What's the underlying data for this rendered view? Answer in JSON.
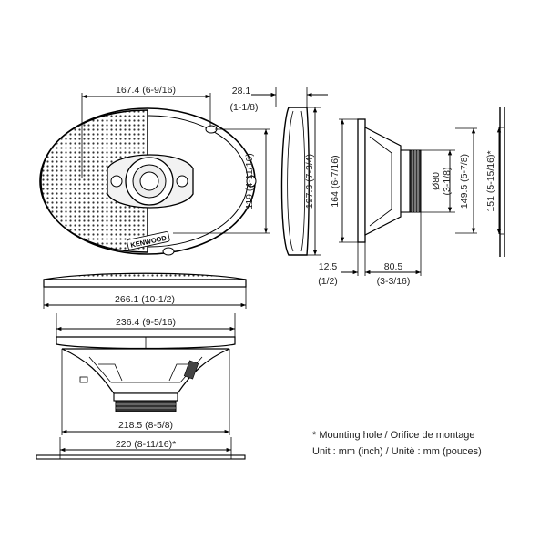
{
  "brand": "KENWOOD",
  "dimensions": {
    "front_width_partial": "167.4 (6-9/16)",
    "front_top_offset": "28.1",
    "front_top_offset_inch": "(1-1/8)",
    "front_hole_spacing": "119 (4-11/16)",
    "side_height": "197.3 (7-3/4)",
    "depth_height": "164 (6-7/16)",
    "magnet_diameter": "Ø80",
    "magnet_diameter_inch": "(3-1/8)",
    "depth_inner_height": "149.5 (5-7/8)",
    "cutout_height": "151 (5-15/16)*",
    "mount_depth": "12.5",
    "mount_depth_inch": "(1/2)",
    "total_depth": "80.5",
    "total_depth_inch": "(3-3/16)",
    "overall_width": "266.1 (10-1/2)",
    "basket_width": "236.4 (9-5/16)",
    "basket_bottom_width": "218.5 (8-5/8)",
    "cutout_width": "220 (8-11/16)*"
  },
  "notes": {
    "mounting_hole": "* Mounting hole / Orifice de montage",
    "units": "Unit : mm (inch) / Unitè : mm (pouces)"
  }
}
